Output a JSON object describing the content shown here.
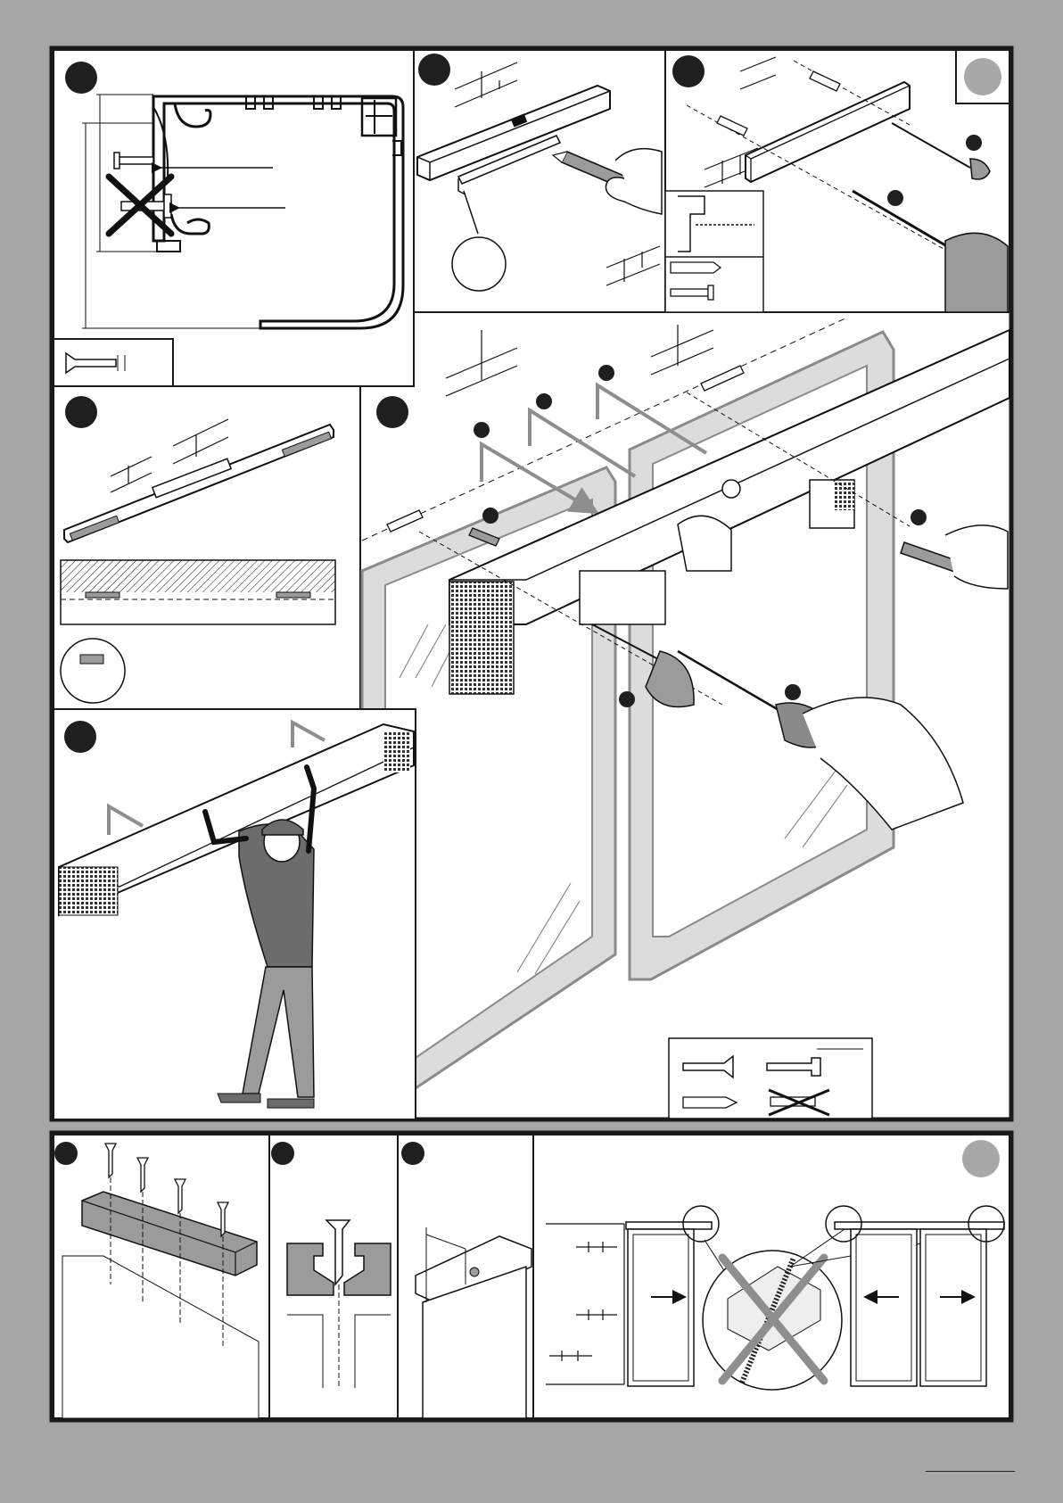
{
  "page": {
    "background": "#a6a6a6",
    "frame_color": "#1a1a1a",
    "panel_fill": "#ffffff",
    "accent_grey": "#9b9b9b",
    "badge_color": "#1f1f1f",
    "note_badge_color": "#a8a8a8"
  },
  "panels": [
    {
      "id": "profile-section",
      "badge": ""
    },
    {
      "id": "level-and-mark",
      "badge": ""
    },
    {
      "id": "drill-and-plug",
      "badge": ""
    },
    {
      "id": "rail-alignment",
      "badge": ""
    },
    {
      "id": "main-mounting",
      "badge": ""
    },
    {
      "id": "lift-operator",
      "badge": ""
    },
    {
      "id": "screw-rail-to-leaf",
      "badge": ""
    },
    {
      "id": "screw-cross-section",
      "badge": ""
    },
    {
      "id": "carriage-position",
      "badge": ""
    },
    {
      "id": "door-configurations",
      "badge": ""
    }
  ],
  "icons": [
    "countersunk-screw-icon",
    "pan-head-screw-icon",
    "wall-plug-icon",
    "prohibited-icon",
    "drill-icon",
    "screwdriver-icon",
    "pencil-icon",
    "spirit-level-icon",
    "arrow-icon"
  ],
  "footer": {
    "rule": true
  }
}
